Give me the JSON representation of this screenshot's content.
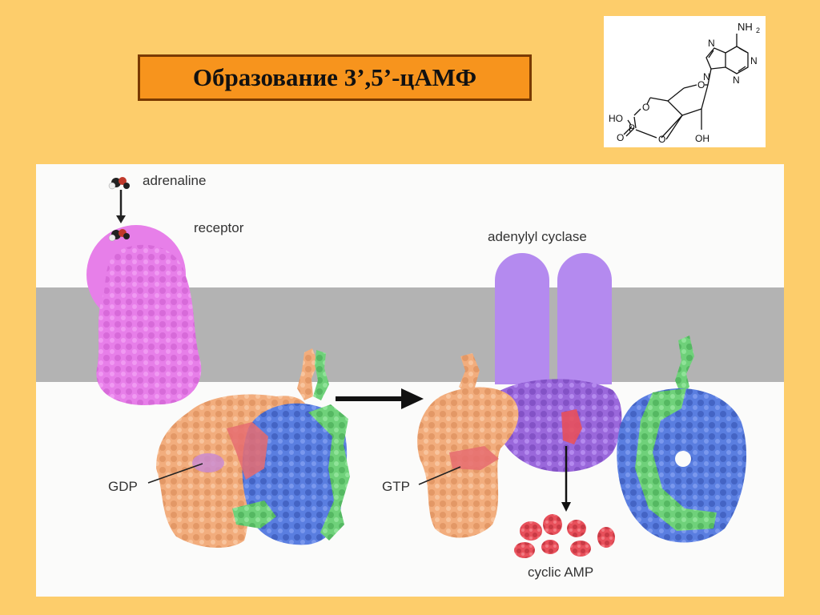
{
  "title": "Образование 3’,5’-цАМФ",
  "structure": {
    "nh2": "NH",
    "nh2_sub": "2",
    "n1": "N",
    "n2": "N",
    "n3": "N",
    "n4": "N",
    "o_ring": "O",
    "o1": "O",
    "o2": "O",
    "o3": "O",
    "p": "P",
    "ho": "HO",
    "oh": "OH"
  },
  "diagram": {
    "adrenaline": "adrenaline",
    "receptor": "receptor",
    "adenylyl_cyclase": "adenylyl cyclase",
    "gdp": "GDP",
    "gtp": "GTP",
    "cyclic_amp": "cyclic AMP"
  },
  "colors": {
    "background": "#fdcd6b",
    "title_box": "#f7941d",
    "title_border": "#7a3a00",
    "membrane": "#b3b3b3",
    "receptor": "#e77fe9",
    "g_alpha": "#f2ad7d",
    "g_beta": "#5a7ee0",
    "g_gamma": "#6fd17a",
    "cyclase": "#b48aef",
    "cyclase_body": "#9a68db",
    "camp": "#e8505b"
  }
}
